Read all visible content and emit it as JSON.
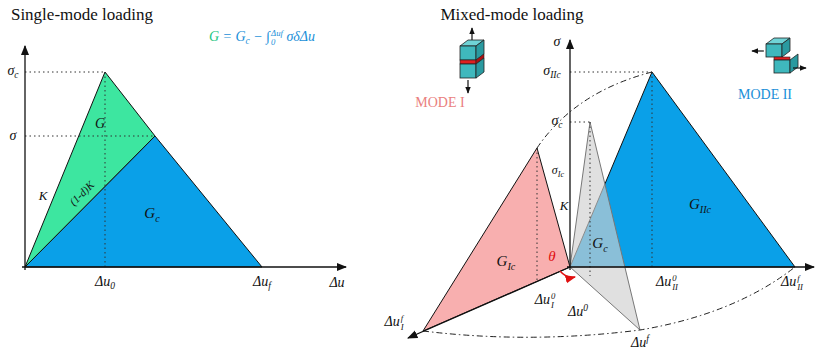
{
  "diagram": {
    "labels": [
      "Single-mode loading",
      "σc",
      "σ",
      "G = Gc − ∫0Δuf σδΔu",
      "G",
      "K",
      "(1-d)K",
      "Gc",
      "Δu0",
      "Δuf",
      "Δu",
      "Mixed-mode loading",
      "σ",
      "σIIc",
      "σc",
      "σIc",
      "K",
      "MODE I",
      "MODE II",
      "GIc",
      "Gc",
      "GIIc",
      "θ",
      "ΔuI0",
      "Δu0",
      "ΔuII0",
      "ΔuIf",
      "Δuf",
      "ΔuIIf"
    ]
  }
}
